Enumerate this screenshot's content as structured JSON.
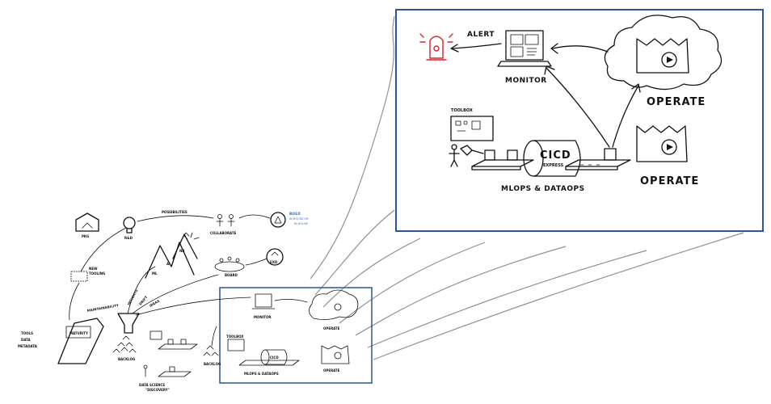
{
  "zoom": {
    "alert": "ALERT",
    "monitor": "MONITOR",
    "operate_cloud": "OPERATE",
    "toolbox": "TOOLBOX",
    "cicd_line1": "CICD",
    "cicd_line2": "EXPRESS",
    "operate_factory": "OPERATE",
    "mlops": "MLOPS & DATAOPS"
  },
  "overview": {
    "possibilities": "POSSIBILITIES",
    "rnd": "R&D",
    "pkg": "PKG",
    "collaborate": "COLLABORATE",
    "build": "BUILD",
    "build_line2": "IN HOUSE OR",
    "build_line3": "IN HOUSE",
    "new_tooling": "NEW",
    "new_tooling2": "TOOLING",
    "board": "BOARD",
    "exd": "EXD",
    "ml": "ML",
    "ai": "AI",
    "nr": "NR",
    "tools": "TOOLS",
    "data": "DATA",
    "metadata": "METADATA",
    "maturity": "MATURITY",
    "maintainability": "MAINTAINABILITY",
    "backlog": "BACKLOG",
    "backlog2": "BACKLOG",
    "data_science": "DATA SCIENCE",
    "discovery": "\"DISCOVERY\"",
    "monitor": "MONITOR",
    "operate_cloud": "OPERATE",
    "toolbox": "TOOLBOX",
    "cicd": "CICD",
    "operate_factory": "OPERATE",
    "mlops": "MLOPS & DATAOPS",
    "insights": "INSIGHTS",
    "drift": "DRIFT",
    "ideas": "IDEAS"
  },
  "colors": {
    "frame": "#2e5597",
    "alert": "#e0202a",
    "accent_blue": "#2a6fd6",
    "zoom_lines": "#8a9499"
  }
}
